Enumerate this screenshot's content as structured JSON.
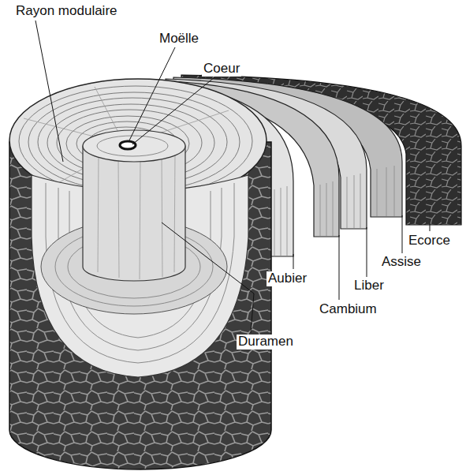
{
  "diagram": {
    "labels": [
      "Rayon modulaire",
      "Moëlle",
      "Coeur",
      "Ecorce",
      "Assise",
      "Liber",
      "Aubier",
      "Cambium",
      "Duramen"
    ]
  }
}
